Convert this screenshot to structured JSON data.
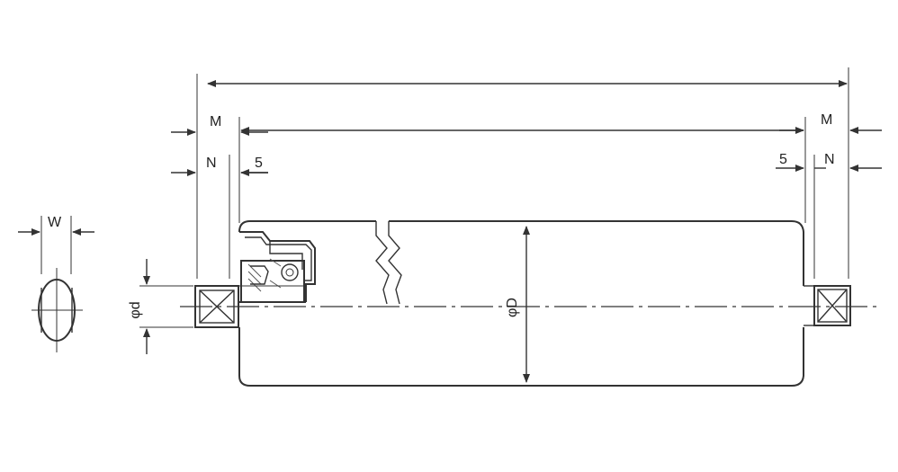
{
  "dimensions": {
    "overall_length": "",
    "tube_length": "",
    "m_left": "M",
    "n_left": "N",
    "five_left": "5",
    "m_right": "M",
    "n_right": "N",
    "five_right": "5",
    "shaft_diameter": "φd",
    "tube_diameter": "φD",
    "flat_width": "W"
  },
  "colors": {
    "line": "#333333",
    "background": "#ffffff"
  }
}
